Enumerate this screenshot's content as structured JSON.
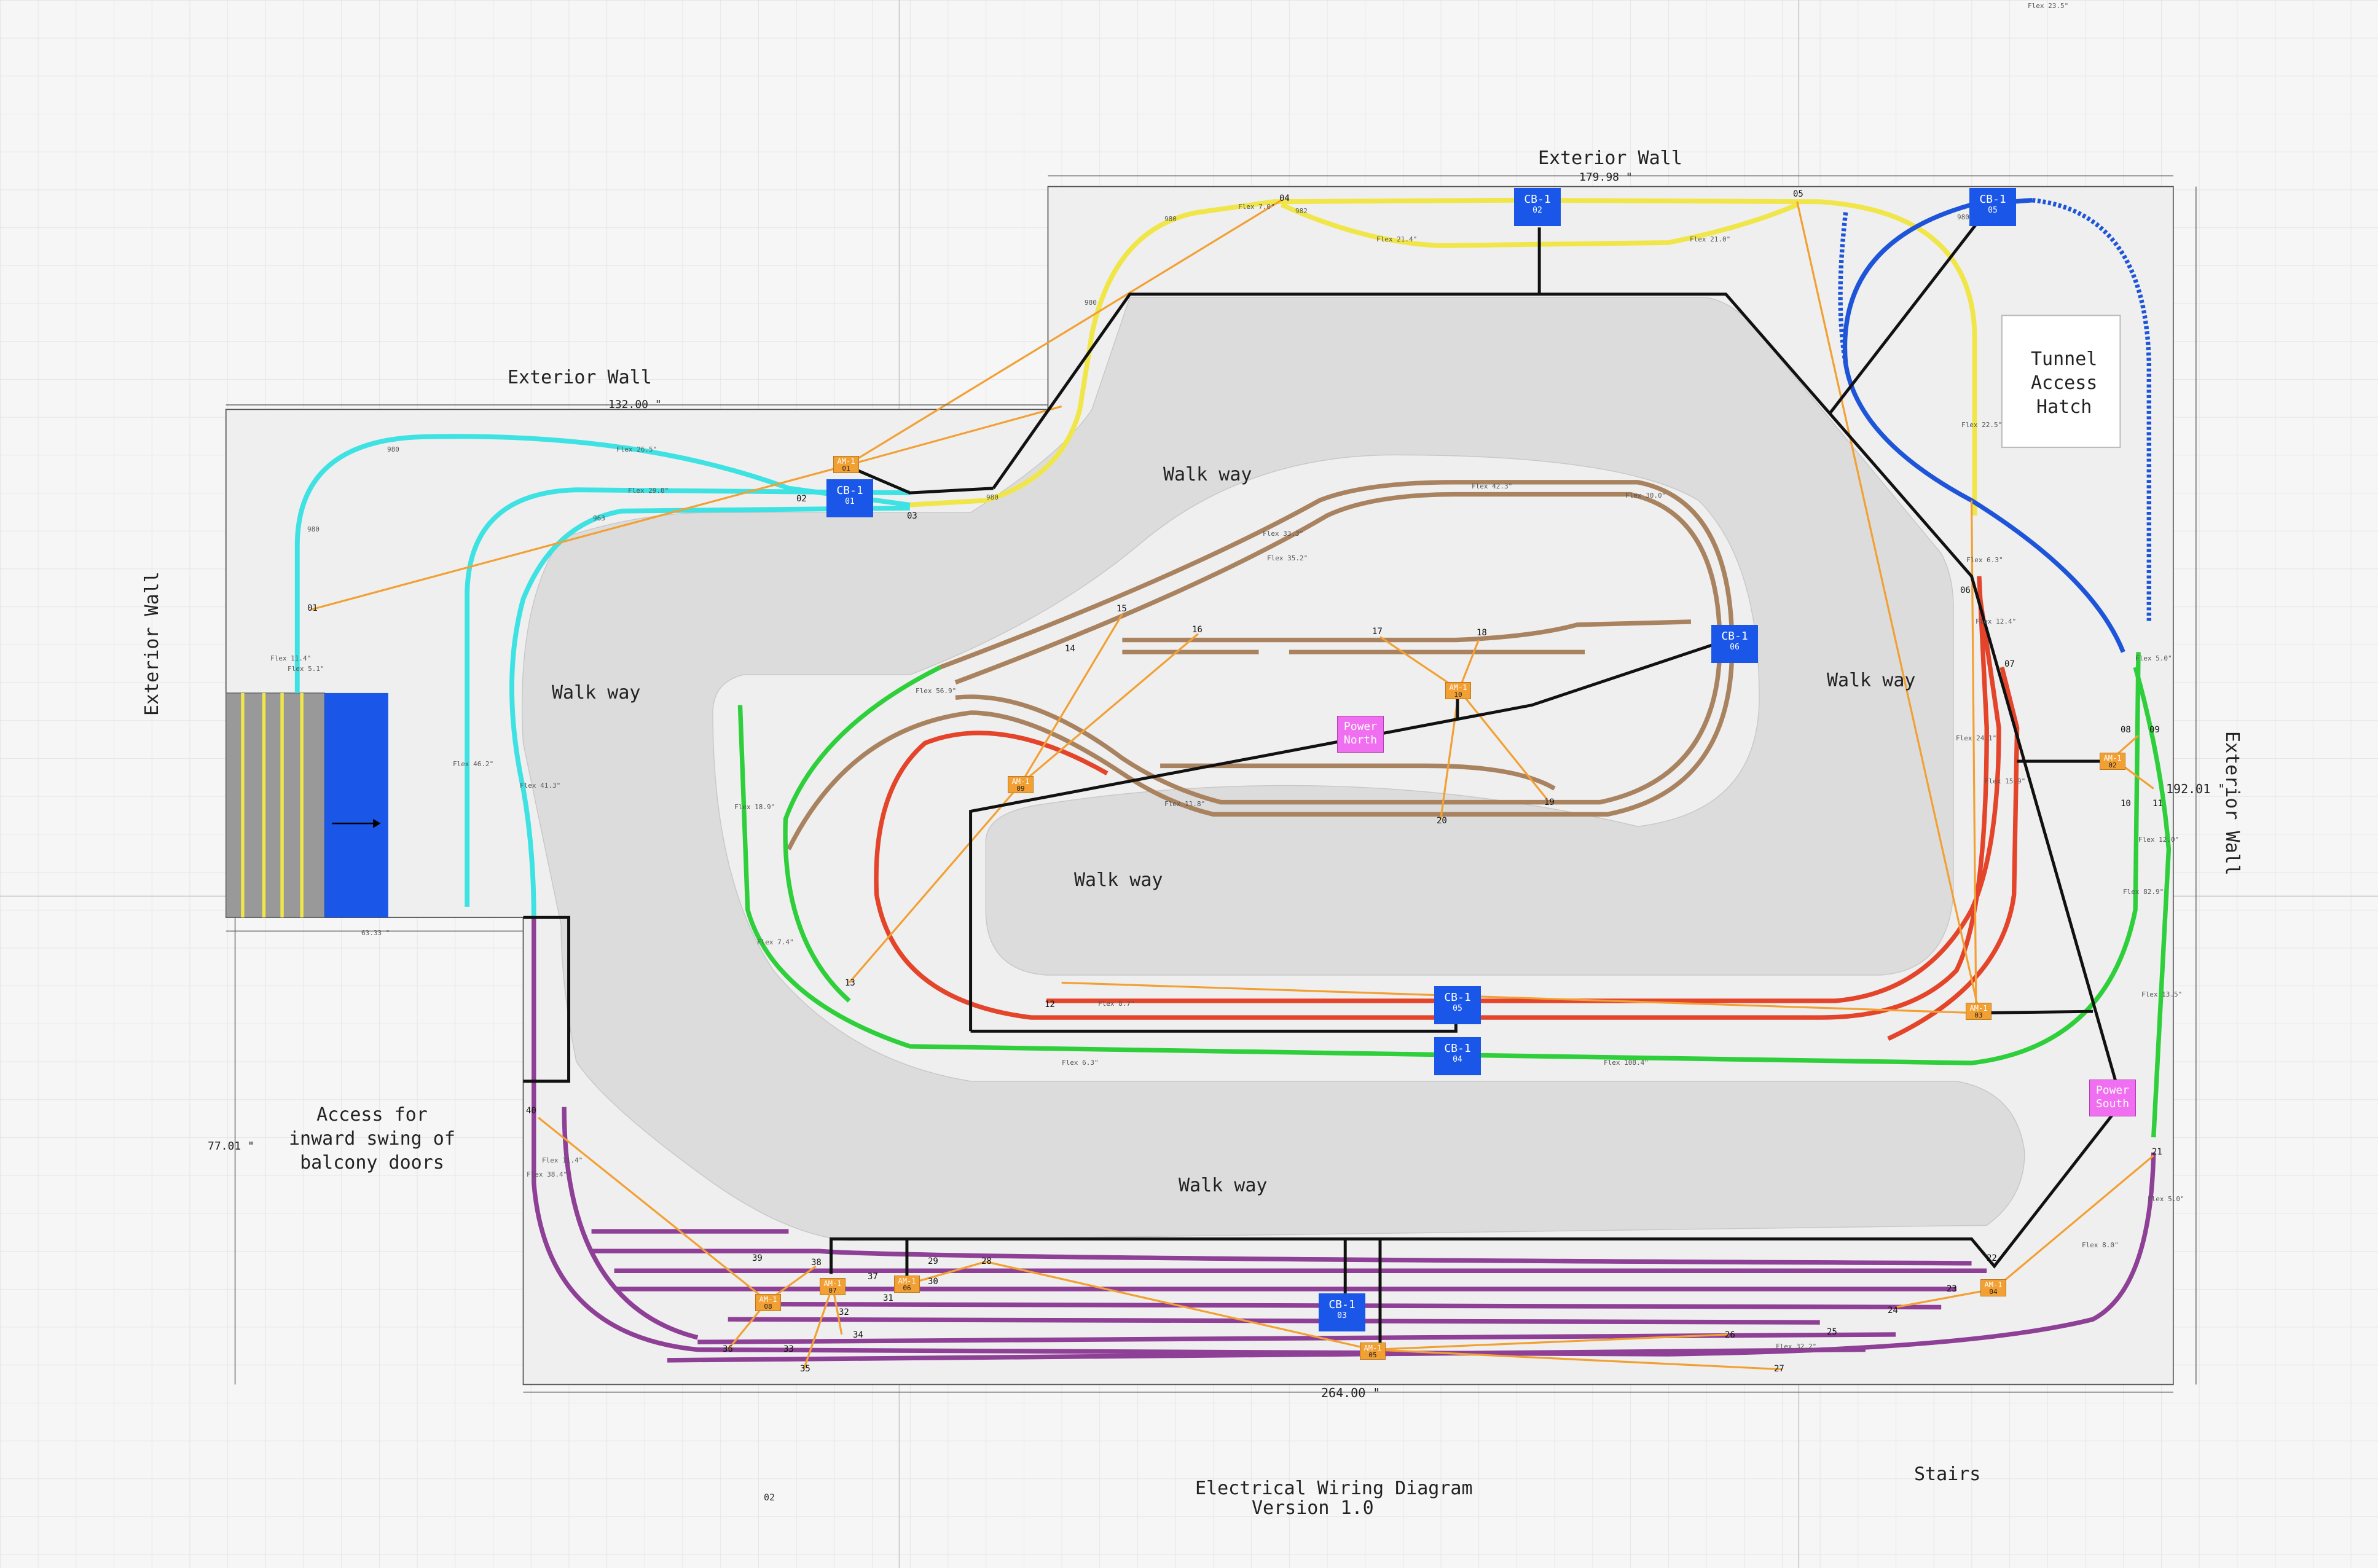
{
  "colors": {
    "background": "#f6f6f6",
    "grid": "#e1e1e1",
    "grid_major": "#cfcfcf",
    "room": "#efefef",
    "walkway": "#dcdcdc",
    "track_yellow": "#f0e64a",
    "track_cyan": "#3fe2e2",
    "track_blue": "#1e55d8",
    "track_brown": "#a98360",
    "track_red": "#e3442a",
    "track_green": "#2fcf3c",
    "track_purple": "#8e3f96",
    "wire_orange": "#f2a033",
    "wire_black": "#111111",
    "cb_fill": "#1a56e8",
    "am_fill": "#f2a033",
    "power_fill": "#f06ef0"
  },
  "labels": {
    "exterior_wall_top": "Exterior Wall",
    "exterior_wall_left_top": "Exterior Wall",
    "exterior_wall_left": "Exterior Wall",
    "exterior_wall_right": "Exterior Wall",
    "walkway_1": "Walk way",
    "walkway_2": "Walk way",
    "walkway_3": "Walk way",
    "walkway_4": "Walk way",
    "walkway_5": "Walk way",
    "tunnel_hatch": [
      "Tunnel",
      "Access",
      "Hatch"
    ],
    "access_note": [
      "Access for",
      "inward swing of",
      "balcony doors"
    ],
    "title_line1": "Electrical Wiring Diagram",
    "title_line2": "Version 1.0",
    "stairs": "Stairs",
    "page_number": "02"
  },
  "dimensions": {
    "top": "179.98 \"",
    "left_top": "132.00 \"",
    "right": "192.01 \"",
    "bottom": "264.00 \"",
    "left_vertical": "77.01 \"",
    "door": "63.33 \""
  },
  "circuit_breakers": [
    {
      "name": "CB-1",
      "num": "01"
    },
    {
      "name": "CB-1",
      "num": "02"
    },
    {
      "name": "CB-1",
      "num": "05"
    },
    {
      "name": "CB-1",
      "num": "06"
    },
    {
      "name": "CB-1",
      "num": "05"
    },
    {
      "name": "CB-1",
      "num": "04"
    },
    {
      "name": "CB-1",
      "num": "03"
    }
  ],
  "auto_modules": [
    {
      "name": "AM-1",
      "num": "01"
    },
    {
      "name": "AM-1",
      "num": "09"
    },
    {
      "name": "AM-1",
      "num": "10"
    },
    {
      "name": "AM-1",
      "num": "02"
    },
    {
      "name": "AM-1",
      "num": "03"
    },
    {
      "name": "AM-1",
      "num": "08"
    },
    {
      "name": "AM-1",
      "num": "07"
    },
    {
      "name": "AM-1",
      "num": "06"
    },
    {
      "name": "AM-1",
      "num": "05"
    },
    {
      "name": "AM-1",
      "num": "04"
    }
  ],
  "power_supplies": [
    {
      "line1": "Power",
      "line2": "North"
    },
    {
      "line1": "Power",
      "line2": "South"
    }
  ],
  "turnout_numbers": [
    "01",
    "02",
    "03",
    "04",
    "05",
    "06",
    "07",
    "08",
    "09",
    "10",
    "11",
    "12",
    "13",
    "14",
    "15",
    "16",
    "17",
    "18",
    "19",
    "20",
    "21",
    "22",
    "23",
    "24",
    "25",
    "26",
    "27",
    "28",
    "29",
    "30",
    "31",
    "32",
    "33",
    "34",
    "35",
    "36",
    "37",
    "38",
    "39",
    "40"
  ],
  "flex_labels": [
    "Flex 7.0\"",
    "Flex 21.4\"",
    "Flex 21.0\"",
    "Flex 22.5\"",
    "Flex 6.3\"",
    "Flex 12.4\"",
    "Flex 24.1\"",
    "Flex 15.9\"",
    "Flex 26.5\"",
    "Flex 29.8\"",
    "Flex 11.4\"",
    "Flex 5.1\"",
    "Flex 46.2\"",
    "Flex 41.3\"",
    "Flex 33.3\"",
    "Flex 35.2\"",
    "Flex 42.3\"",
    "Flex 30.0\"",
    "Flex 56.9\"",
    "Flex 11.8\"",
    "Flex 7.4\"",
    "Flex 18.9\"",
    "Flex 8.7\"",
    "Flex 5.0\"",
    "Flex 12.0\"",
    "Flex 82.9\"",
    "Flex 13.5\"",
    "Flex 108.4\"",
    "Flex 6.3\"",
    "Flex 38.4\"",
    "Flex 11.4\"",
    "Flex 5.0\"",
    "Flex 8.0\"",
    "Flex 32.2\"",
    "Flex 23.5\""
  ],
  "piece_labels": [
    "980",
    "982",
    "980",
    "980",
    "980",
    "980",
    "963",
    "980"
  ]
}
